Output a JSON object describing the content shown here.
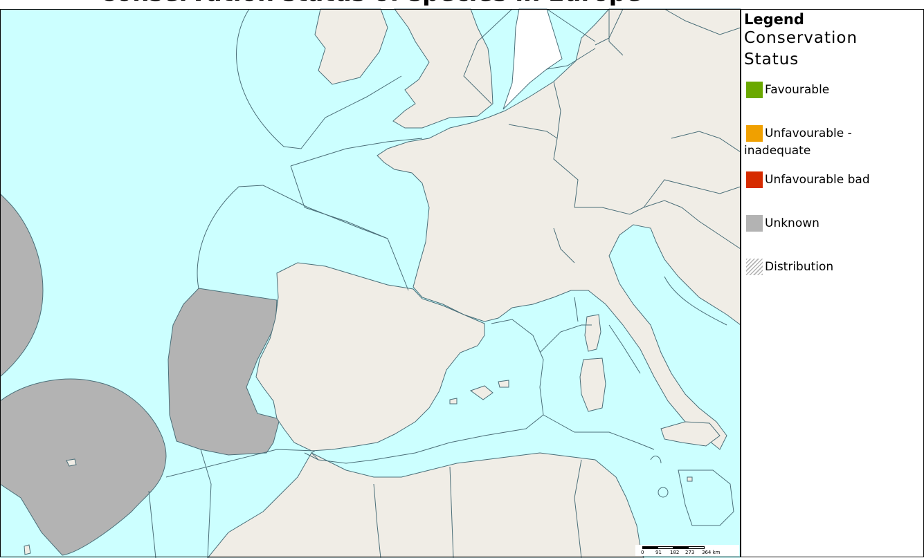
{
  "map": {
    "title": "Conservation status of species in Europe",
    "colors": {
      "sea": "#ccffff",
      "land": "#f0ede6",
      "unknown": "#b3b3b3",
      "boundary": "#4a6e78",
      "blank": "#ffffff"
    },
    "scale": {
      "labels": [
        "0",
        "91",
        "182",
        "273",
        "364 km"
      ]
    }
  },
  "legend": {
    "title": "Legend",
    "subtitle": "Conservation Status",
    "items": [
      {
        "label": "Favourable",
        "color": "#6aa800",
        "icon": "solid-square"
      },
      {
        "label": "Unfavourable - inadequate",
        "color": "#f0a000",
        "icon": "solid-square"
      },
      {
        "label": "Unfavourable bad",
        "color": "#d62b00",
        "icon": "solid-square"
      },
      {
        "label": "Unknown",
        "color": "#b3b3b3",
        "icon": "solid-square"
      },
      {
        "label": "Distribution",
        "color": "#b3b3b3",
        "icon": "hatched-square"
      }
    ]
  }
}
